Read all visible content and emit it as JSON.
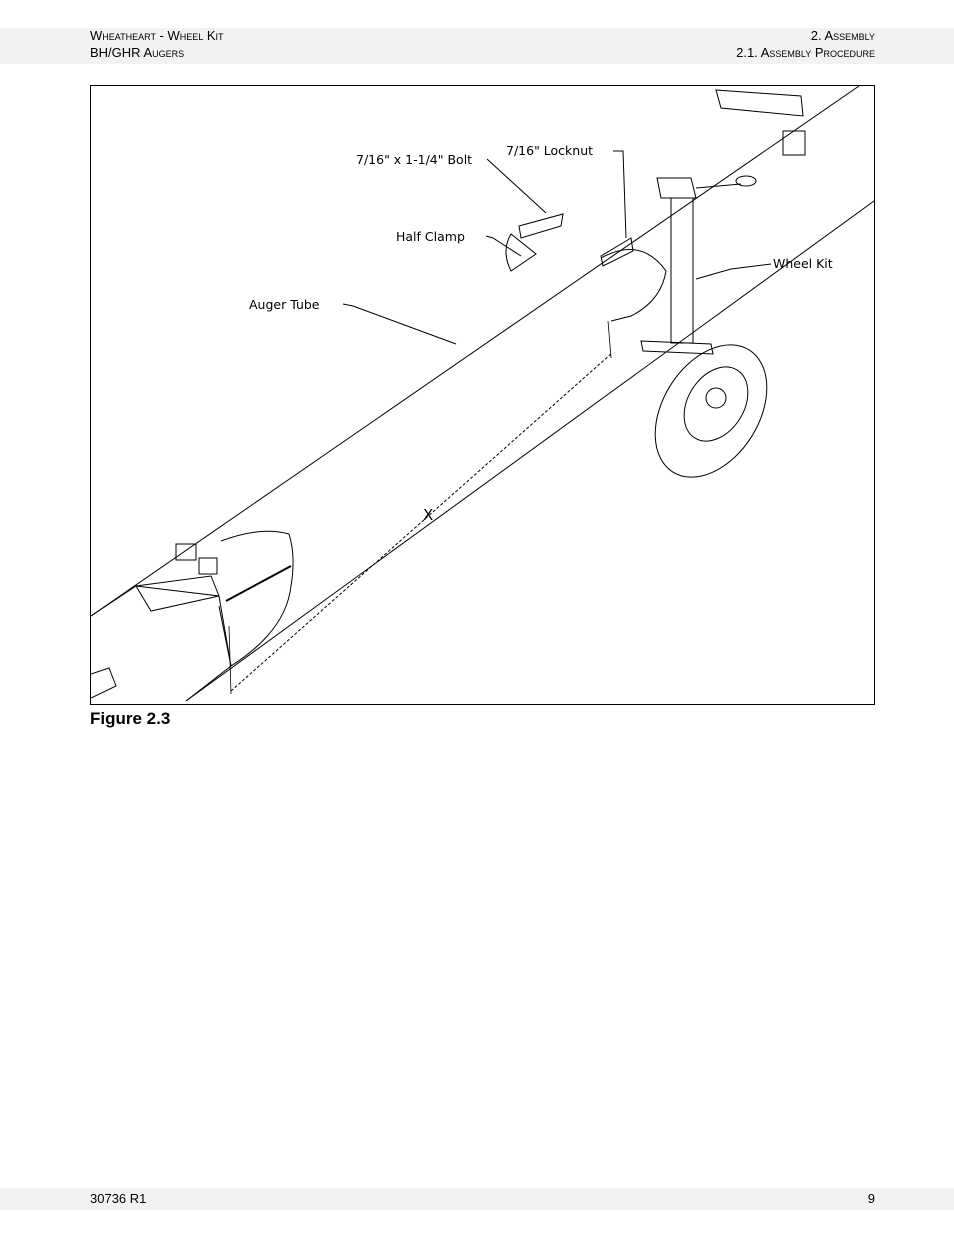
{
  "header": {
    "left_line1": "Wheatheart - Wheel Kit",
    "left_line2": "BH/GHR Augers",
    "right_line1": "2. Assembly",
    "right_line2": "2.1. Assembly Procedure"
  },
  "figure": {
    "callouts": {
      "bolt": "7/16\" x 1-1/4\" Bolt",
      "locknut": "7/16\" Locknut",
      "half_clamp": "Half Clamp",
      "wheel_kit": "Wheel Kit",
      "auger_tube": "Auger Tube",
      "dimension": "X"
    },
    "caption": "Figure 2.3"
  },
  "footer": {
    "doc_number": "30736 R1",
    "page_number": "9"
  }
}
